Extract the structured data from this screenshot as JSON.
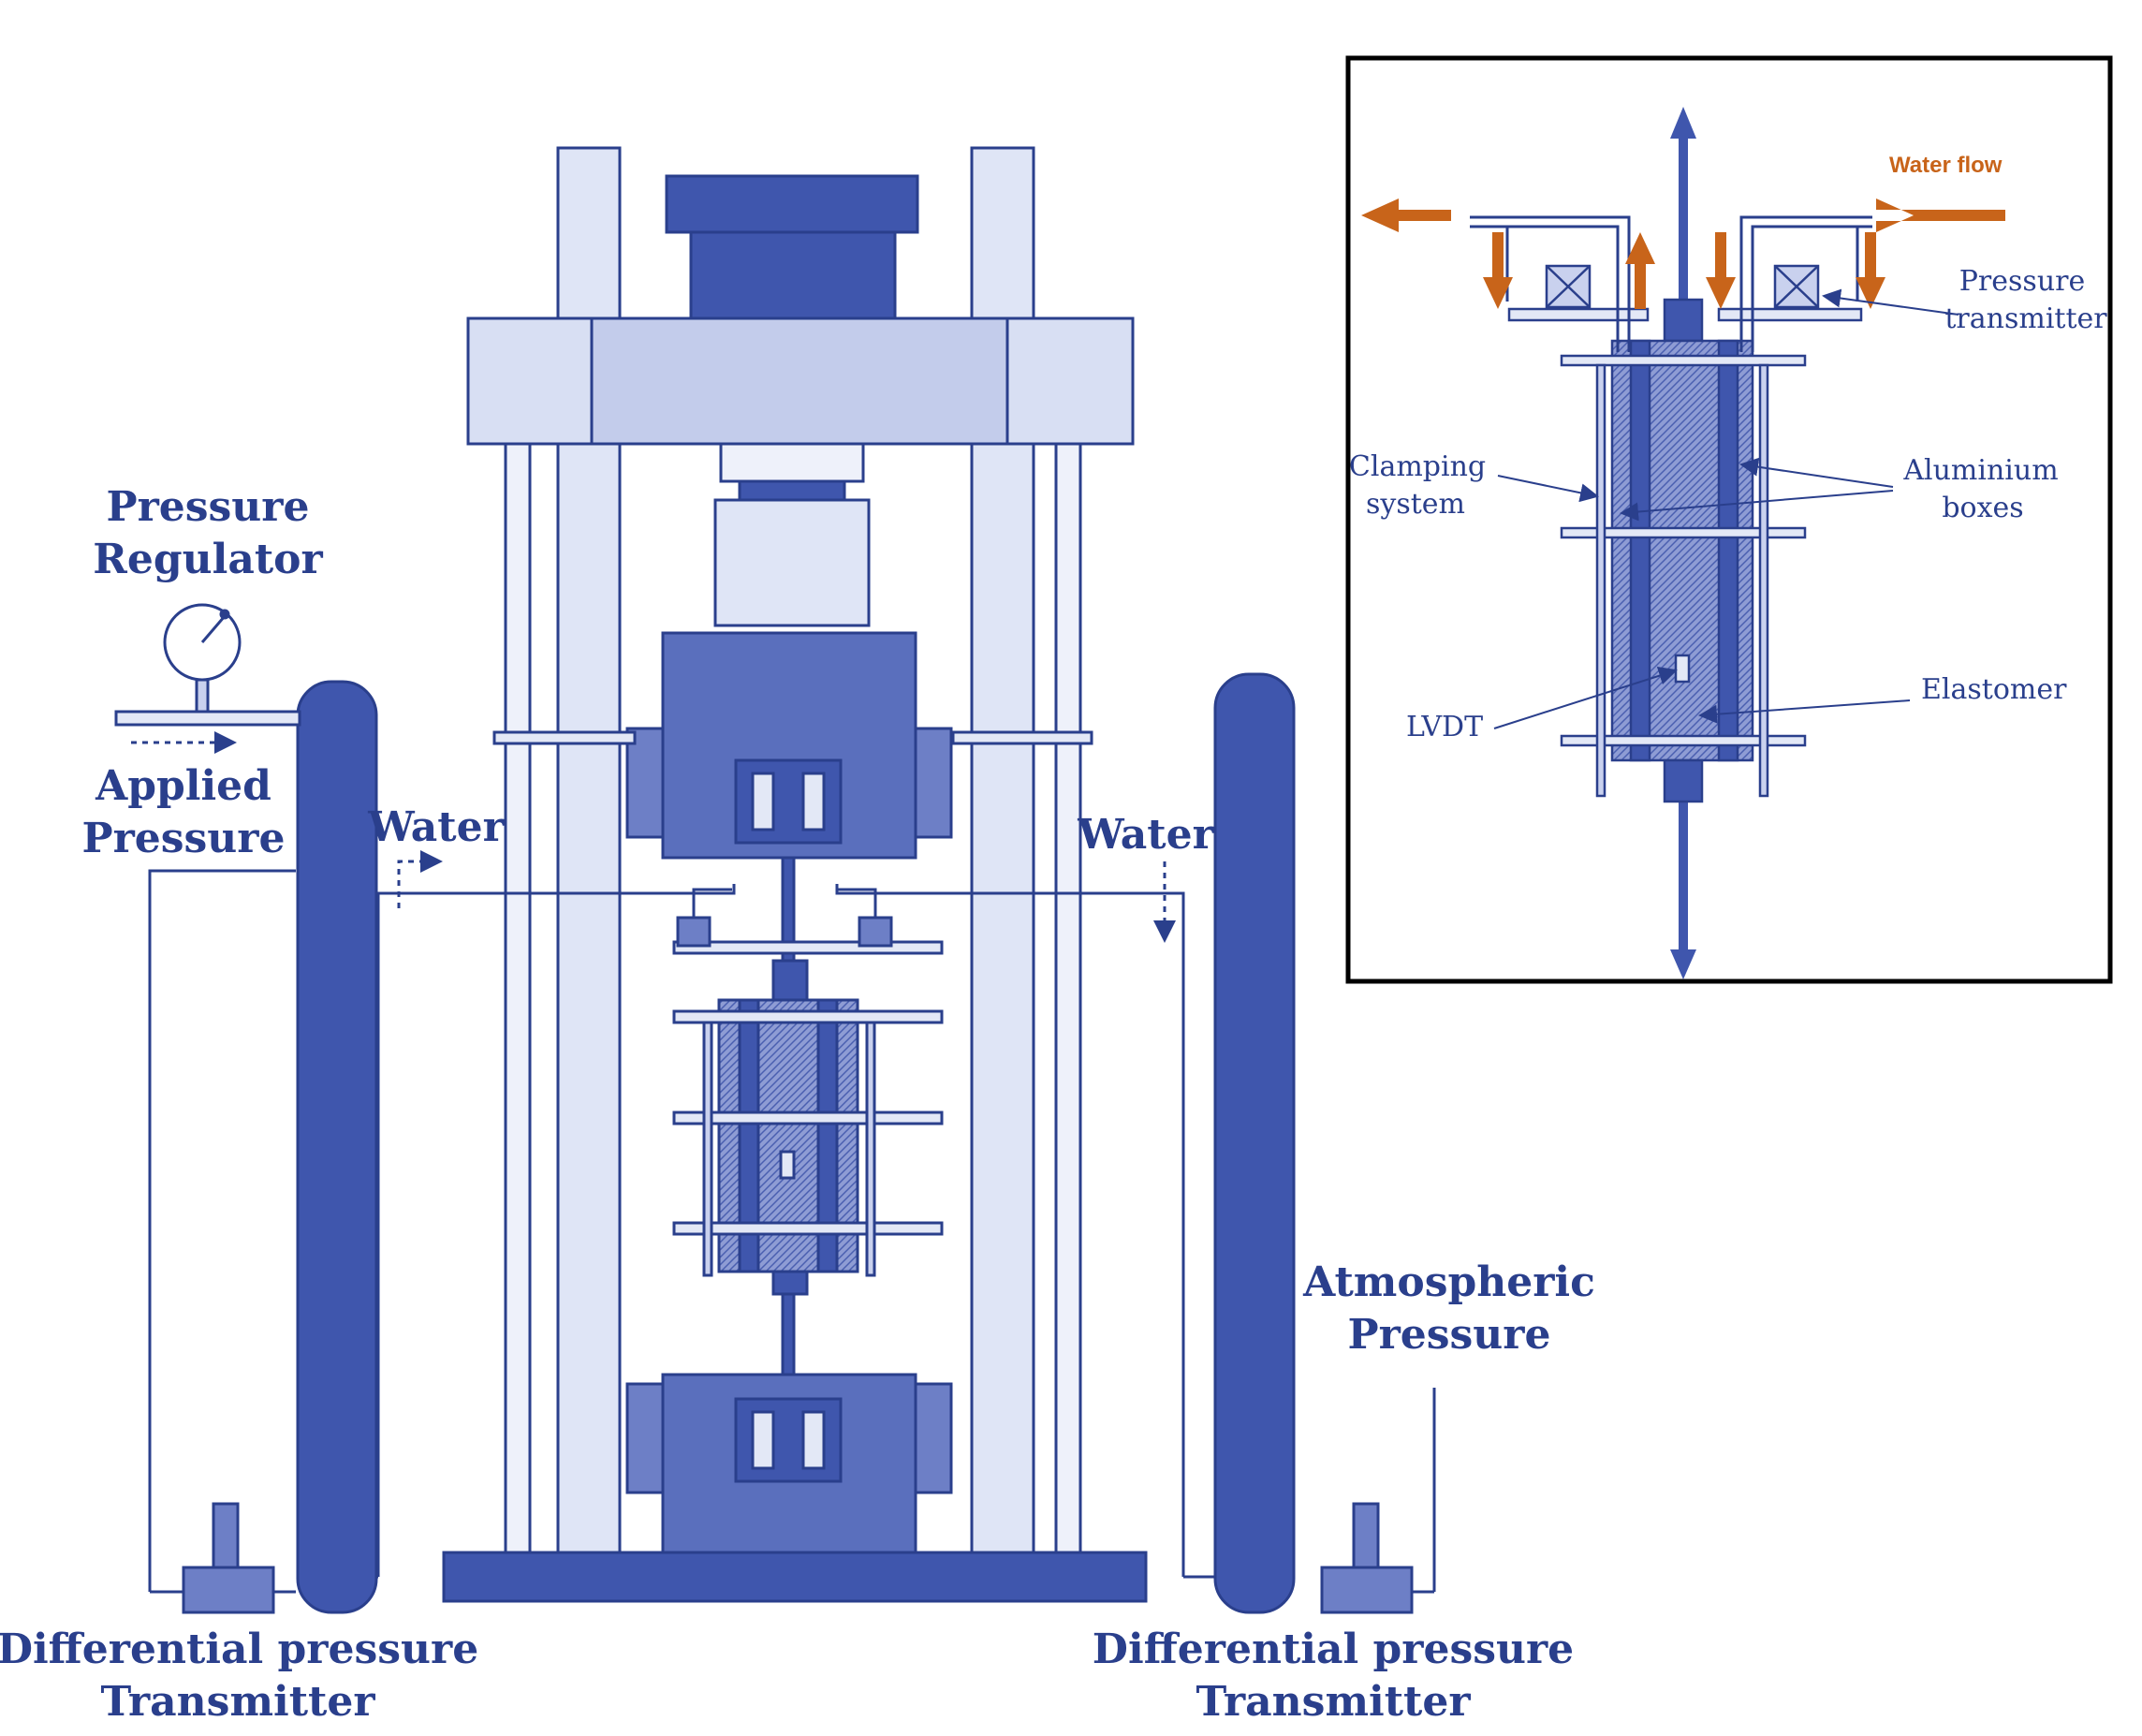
{
  "main_labels": {
    "pressure_regulator_1": "Pressure",
    "pressure_regulator_2": "Regulator",
    "applied_pressure_1": "Applied",
    "applied_pressure_2": "Pressure",
    "water_left": "Water",
    "water_right": "Water",
    "atmospheric_pressure_1": "Atmospheric",
    "atmospheric_pressure_2": "Pressure",
    "dpt_left_1": "Differential pressure",
    "dpt_left_2": "Transmitter",
    "dpt_right_1": "Differential pressure",
    "dpt_right_2": "Transmitter"
  },
  "inset_labels": {
    "water_flow": "Water flow",
    "pressure_transmitter_1": "Pressure",
    "pressure_transmitter_2": "transmitter",
    "clamping_system_1": "Clamping",
    "clamping_system_2": "system",
    "aluminium_boxes_1": "Aluminium",
    "aluminium_boxes_2": "boxes",
    "elastomer": "Elastomer",
    "lvdt": "LVDT"
  },
  "colors": {
    "ink": "#2a3f8c",
    "dark_blue": "#3f56ad",
    "mid_blue": "#6d7fc6",
    "light_blue": "#c9d1ee",
    "pale_blue": "#e3e8f6",
    "water_arrow": "#c8641a"
  }
}
